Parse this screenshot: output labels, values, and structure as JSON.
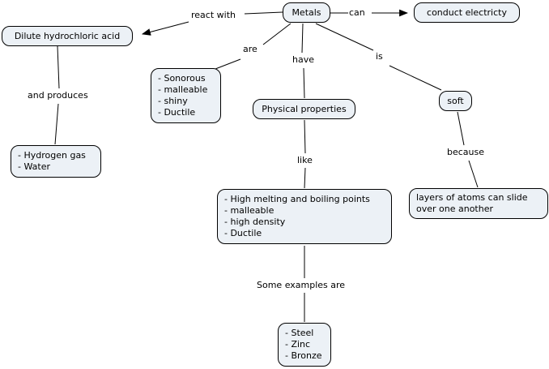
{
  "diagram": {
    "topic": "Metals concept map"
  },
  "colors": {
    "background": "#ffffff",
    "node_fill": "#ecf1f6",
    "node_border": "#000000",
    "line": "#000000",
    "text": "#000000"
  },
  "nodes": {
    "metals": {
      "label": "Metals"
    },
    "conduct_electricity": {
      "label": "conduct electricty"
    },
    "dilute_acid": {
      "label": "Dilute hydrochloric acid"
    },
    "sonorous_list": {
      "lines": [
        "- Sonorous",
        "- malleable",
        "- shiny",
        "- Ductile"
      ]
    },
    "physical_properties": {
      "label": "Physical properties"
    },
    "soft": {
      "label": "soft"
    },
    "hydrogen_list": {
      "lines": [
        "- Hydrogen gas",
        "- Water"
      ]
    },
    "melting_list": {
      "lines": [
        "- High melting and boiling points",
        "- malleable",
        "- high density",
        "- Ductile"
      ]
    },
    "layers_slide": {
      "lines": [
        "layers of atoms can slide",
        "over one another"
      ]
    },
    "examples_list": {
      "lines": [
        "- Steel",
        "- Zinc",
        "- Bronze"
      ]
    }
  },
  "edge_labels": {
    "react_with": "react with",
    "can": "can",
    "are": "are",
    "have": "have",
    "is": "is",
    "and_produces": "and produces",
    "like": "like",
    "because": "because",
    "some_examples": "Some examples are"
  }
}
